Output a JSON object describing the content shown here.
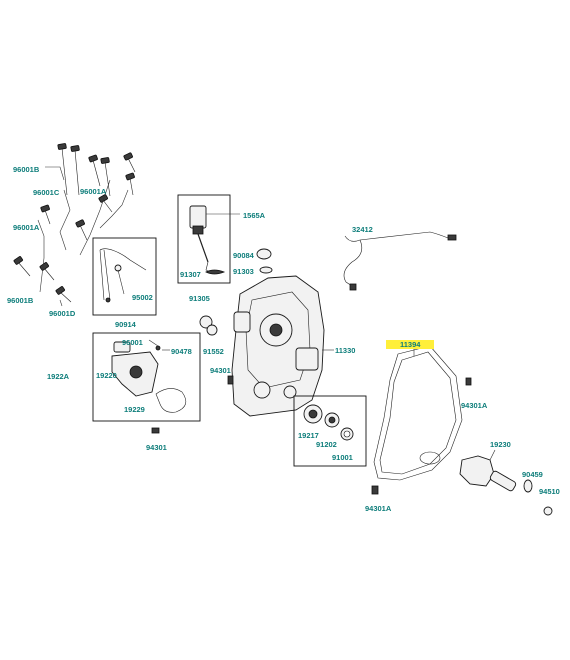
{
  "labels": {
    "p96001B": "96001B",
    "p96001C": "96001C",
    "p96001A_top": "96001A",
    "p96001A_left": "96001A",
    "p96001B_bottom": "96001B",
    "p96001D": "96001D",
    "p95002": "95002",
    "p90914": "90914",
    "p1565A": "1565A",
    "p90084": "90084",
    "p91307": "91307",
    "p91303": "91303",
    "p91305": "91305",
    "p32412": "32412",
    "p11330": "11330",
    "p11394": "11394",
    "p96001": "96001",
    "p90478": "90478",
    "p19220": "19220",
    "p1922A": "1922A",
    "p91552": "91552",
    "p19229": "19229",
    "p94301_right": "94301",
    "p94301_bottom": "94301",
    "p94301A_right": "94301A",
    "p94301A_bottom": "94301A",
    "p19217": "19217",
    "p91202": "91202",
    "p91001": "91001",
    "p19230": "19230",
    "p90459": "90459",
    "p94510": "94510"
  },
  "colors": {
    "label": "#0d7d7a",
    "highlight": "#ffef3a",
    "line": "#333333"
  }
}
